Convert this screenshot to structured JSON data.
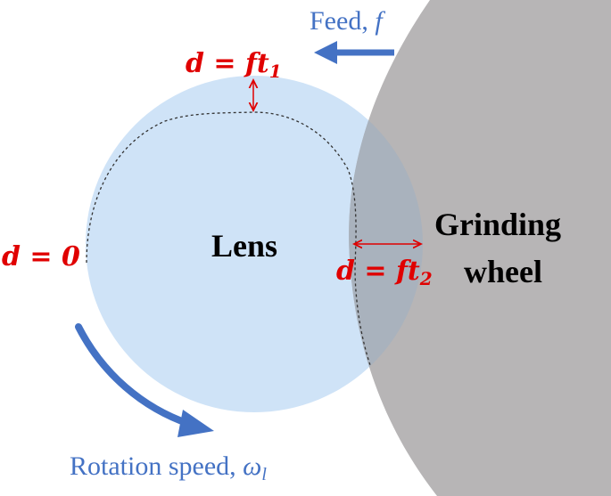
{
  "labels": {
    "feed_prefix": "Feed, ",
    "feed_symbol": "f",
    "lens": "Lens",
    "grinding_line1": "Grinding",
    "grinding_line2": "wheel",
    "rotation_prefix": "Rotation speed, ",
    "rotation_symbol": "ω",
    "rotation_subscript": "l",
    "depth_zero_lhs": "d",
    "depth_zero_eq": " = ",
    "depth_zero_rhs": "0",
    "depth_top_lhs": "d",
    "depth_top_eq": " = ",
    "depth_top_rhs": "ft",
    "depth_top_sub": "1",
    "depth_right_lhs": "d",
    "depth_right_eq": " = ",
    "depth_right_rhs": "ft",
    "depth_right_sub": "2"
  },
  "colors": {
    "lens_fill": "#cfe3f7",
    "wheel_fill": "#b7b5b6",
    "overlap_fill": "#a9b2bd",
    "arrow_blue": "#4472c4",
    "text_blue": "#4472c4",
    "red": "#e00000",
    "profile_dash": "#333333",
    "text_black": "#000000"
  }
}
